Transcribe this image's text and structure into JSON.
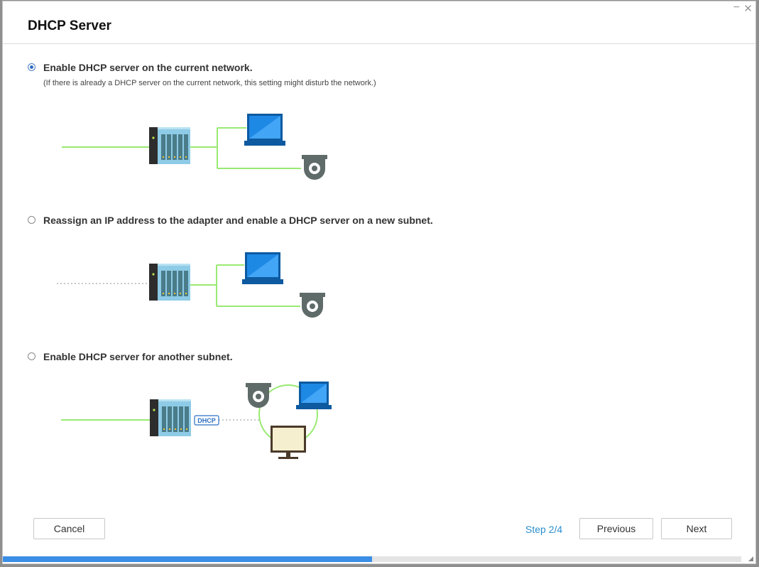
{
  "window": {
    "title": "DHCP Server",
    "minimize_glyph": "−",
    "close_glyph": "✕"
  },
  "options": [
    {
      "label": "Enable DHCP server on the current network.",
      "note": "(If there is already a DHCP server on the current network, this setting might disturb the network.)",
      "selected": true
    },
    {
      "label": "Reassign an IP address to the adapter and enable a DHCP server on a new subnet.",
      "selected": false
    },
    {
      "label": "Enable DHCP server for another subnet.",
      "selected": false,
      "badge": "DHCP"
    }
  ],
  "footer": {
    "cancel_label": "Cancel",
    "step_label": "Step 2/4",
    "previous_label": "Previous",
    "next_label": "Next"
  },
  "progress": {
    "fraction": 0.5
  },
  "colors": {
    "accent": "#3a8ee6",
    "step_text": "#2a8fd0",
    "link_line": "#99ea72",
    "laptop_screen": "#1e88e5",
    "laptop_base": "#0d5aa0",
    "camera": "#5f6b69",
    "nas_body": "#8ecbe6",
    "monitor_screen": "#f6efcf",
    "monitor_frame": "#4a3a2a"
  },
  "icons": {
    "nas": "nas-icon",
    "laptop": "laptop-icon",
    "camera": "camera-icon",
    "monitor": "monitor-icon"
  }
}
